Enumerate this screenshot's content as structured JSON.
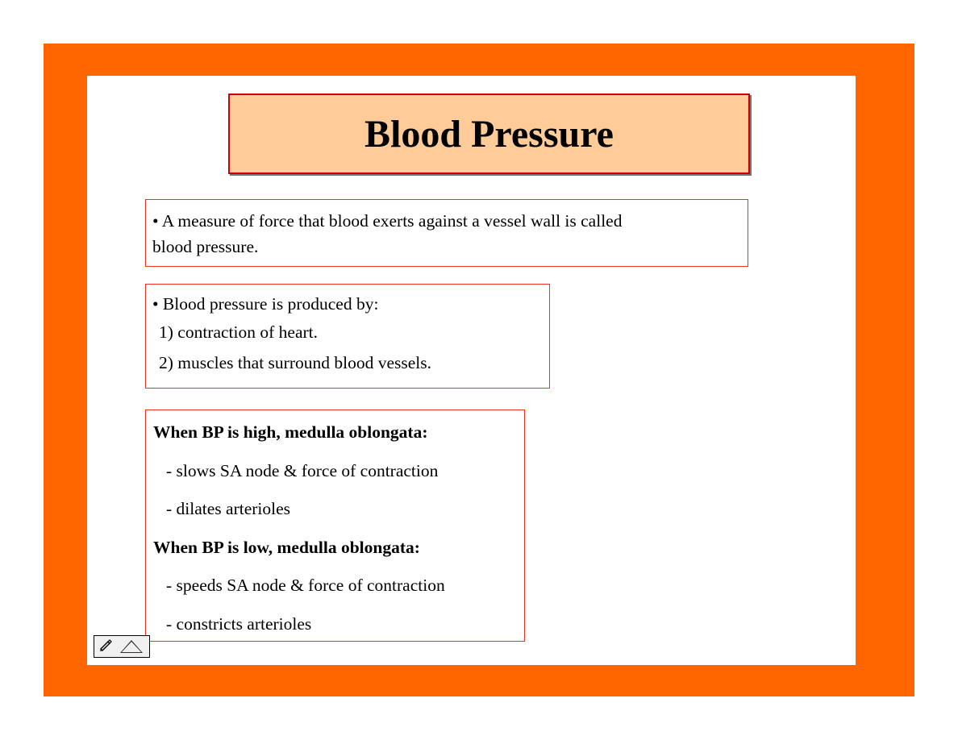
{
  "slide": {
    "title": "Blood Pressure",
    "definition": {
      "line1": "• A measure of force that blood exerts against a vessel wall is called",
      "line2": "blood pressure."
    },
    "production": {
      "heading": "• Blood pressure is produced by:",
      "items": [
        "1) contraction of heart.",
        "2) muscles that surround blood vessels."
      ]
    },
    "regulation": {
      "high_heading": "When BP is high, medulla oblongata:",
      "high_items": [
        "- slows SA node & force of contraction",
        "- dilates arterioles"
      ],
      "low_heading": "When BP is low, medulla oblongata:",
      "low_items": [
        "- speeds SA node & force of contraction",
        "- constricts arterioles"
      ]
    }
  },
  "nav": {
    "pen_icon": "pen-icon",
    "menu_icon": "triangle-menu-icon"
  },
  "colors": {
    "frame": "#ff6600",
    "title_fill": "#ffcc99",
    "title_border": "#cc0000",
    "box_border": "#ee3322"
  }
}
